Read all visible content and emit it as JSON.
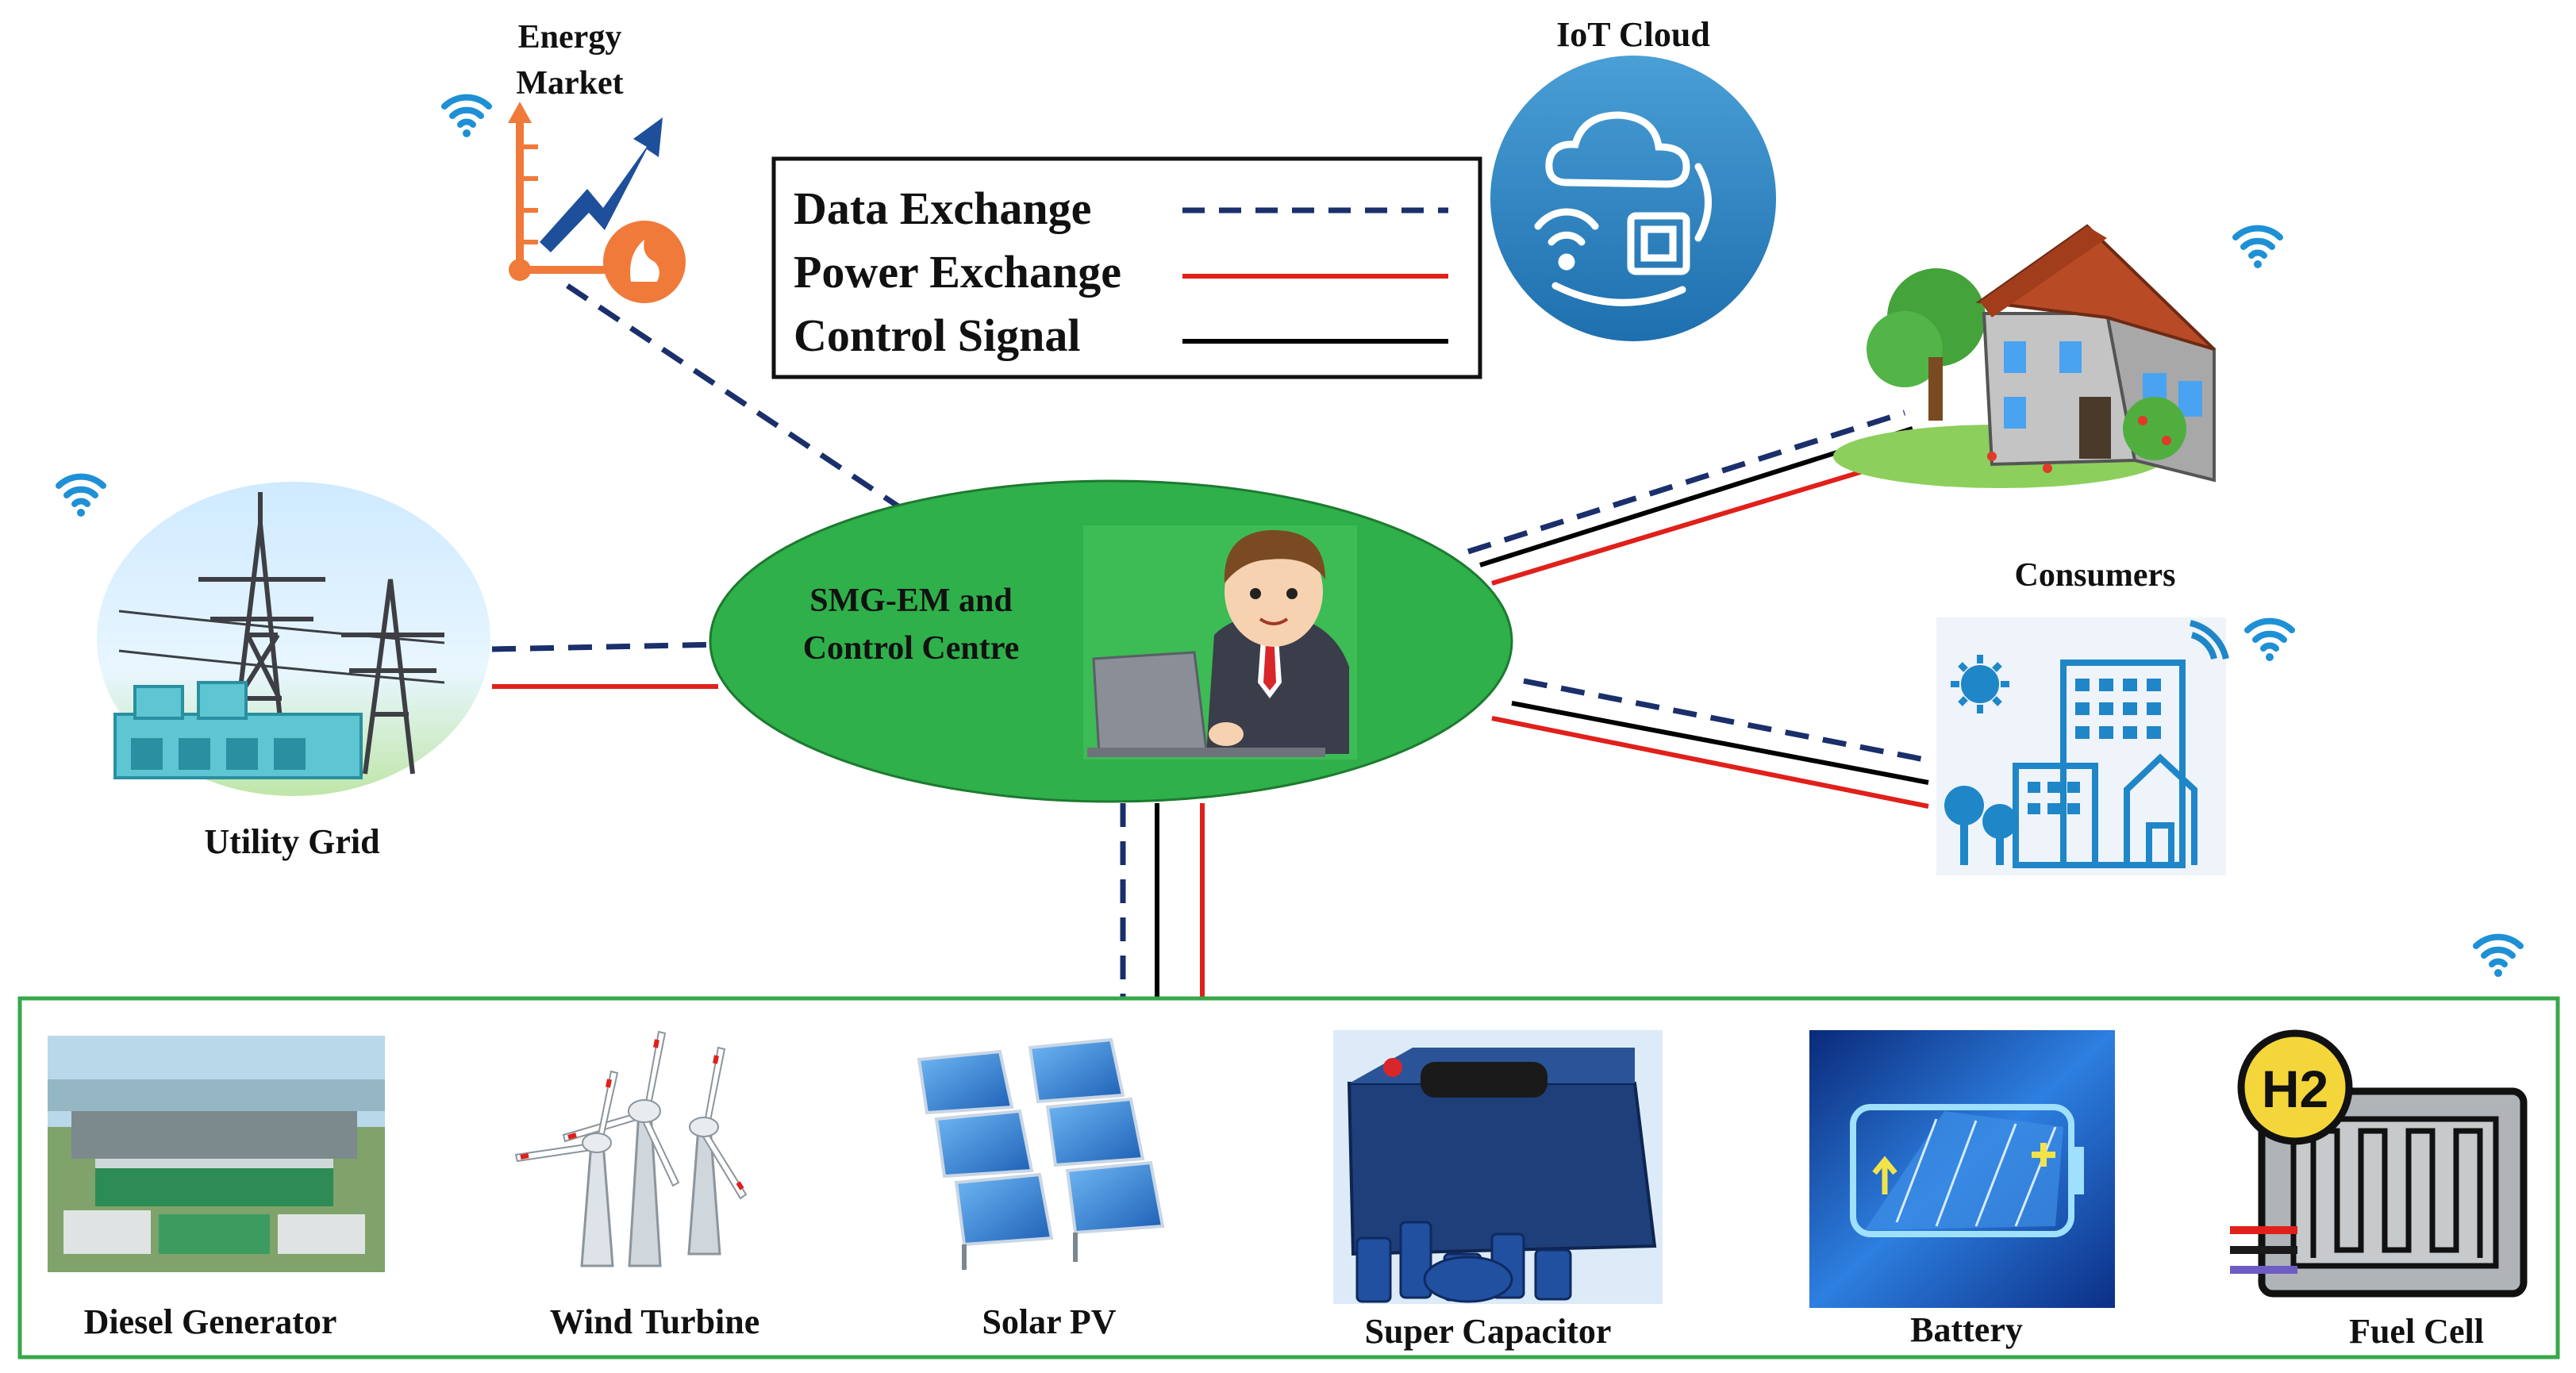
{
  "labels": {
    "energy_market_line1": "Energy",
    "energy_market_line2": "Market",
    "iot_cloud": "IoT Cloud",
    "control_centre_line1": "SMG-EM and",
    "control_centre_line2": "Control Centre",
    "utility_grid": "Utility Grid",
    "consumers": "Consumers"
  },
  "legend": [
    {
      "label": "Data Exchange",
      "style": "dashed",
      "color": "#1a2f6b"
    },
    {
      "label": "Power Exchange",
      "style": "solid",
      "color": "#e0201b"
    },
    {
      "label": "Control Signal",
      "style": "solid",
      "color": "#000000"
    }
  ],
  "sources": [
    {
      "label": "Diesel Generator",
      "icon": "diesel-generator-icon"
    },
    {
      "label": "Wind Turbine",
      "icon": "wind-turbine-icon"
    },
    {
      "label": "Solar PV",
      "icon": "solar-pv-icon"
    },
    {
      "label": "Super Capacitor",
      "icon": "super-capacitor-icon"
    },
    {
      "label": "Battery",
      "icon": "battery-icon"
    },
    {
      "label": "Fuel Cell",
      "icon": "fuel-cell-icon"
    }
  ],
  "fuel_cell_badge": "H2",
  "colors": {
    "data": "#1a2f6b",
    "power": "#e0201b",
    "control": "#000000",
    "hub": "#2fb04a",
    "wifi": "#1e90d6",
    "box_border": "#37a84a"
  }
}
